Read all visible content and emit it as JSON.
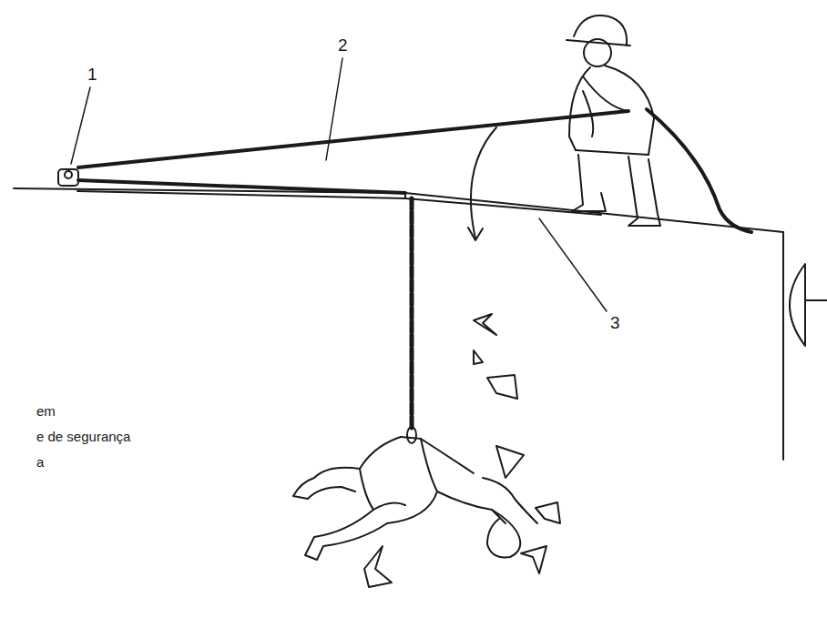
{
  "diagram": {
    "labels": [
      "1",
      "2",
      "3",
      "em",
      "e de segurança",
      "a"
    ]
  }
}
